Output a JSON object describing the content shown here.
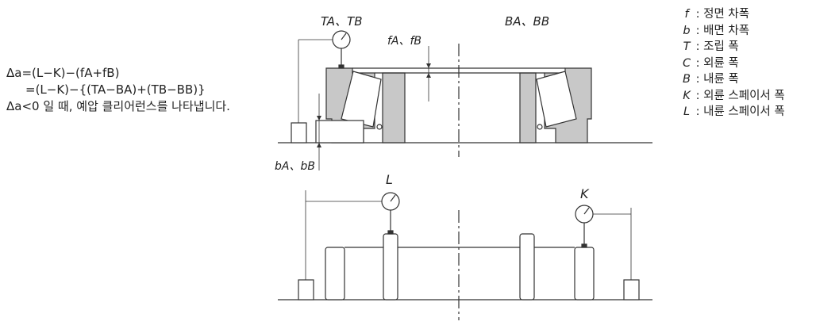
{
  "formula": {
    "line1": "Δa=(L−K)−(fA+fB)",
    "line2": "=(L−K)−{(TA−BA)+(TB−BB)}",
    "line3": "Δa<0 일 때, 예압 클리어런스를 나타냅니다."
  },
  "labels": {
    "ta_tb": "TA、TB",
    "ba_bb": "BA、BB",
    "fa_fb": "fA、fB",
    "ba_bb_lower": "bA、bB",
    "L": "L",
    "K": "K"
  },
  "legend": [
    {
      "sym": "f",
      "desc": "정면 차폭"
    },
    {
      "sym": "b",
      "desc": "배면 차폭"
    },
    {
      "sym": "T",
      "desc": "조립 폭"
    },
    {
      "sym": "C",
      "desc": "외륜 폭"
    },
    {
      "sym": "B",
      "desc": "내륜 폭"
    },
    {
      "sym": "K",
      "desc": "외륜 스페이서 폭"
    },
    {
      "sym": "L",
      "desc": "내륜 스페이서 폭"
    }
  ],
  "colors": {
    "ring_fill": "#c8c8c8",
    "line": "#333333"
  }
}
